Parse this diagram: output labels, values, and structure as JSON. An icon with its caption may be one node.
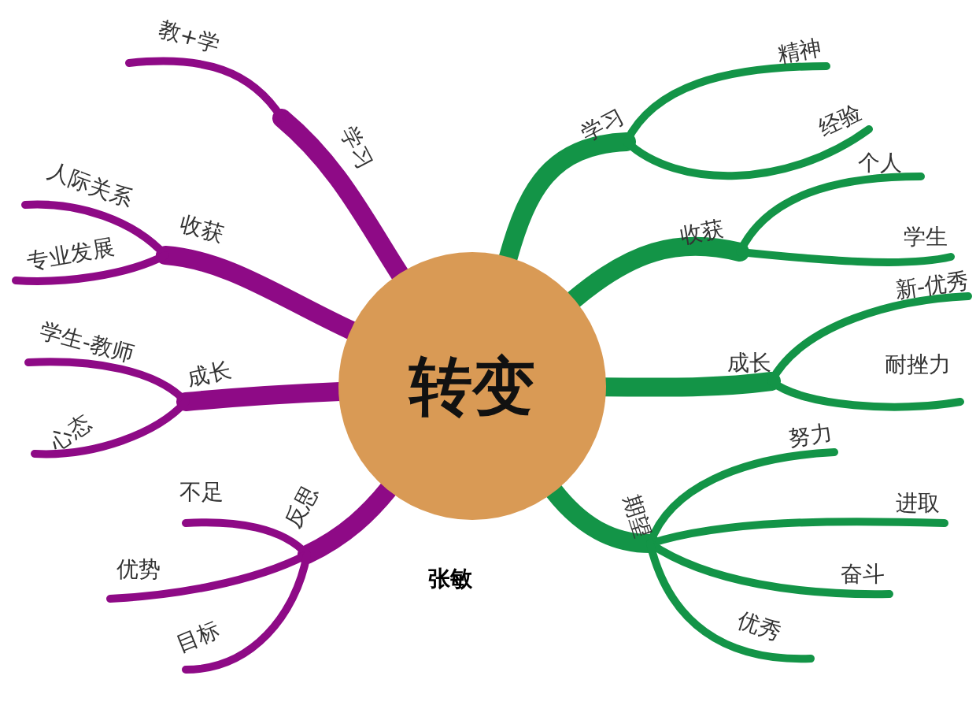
{
  "diagram": {
    "nodes": [
      {
        "text": [
          "转变"
        ]
      },
      {
        "text": [
          "学习"
        ]
      },
      {
        "text": [
          "教+学"
        ]
      },
      {
        "text": [
          "收获"
        ]
      },
      {
        "text": [
          "人际关系"
        ]
      },
      {
        "text": [
          "专业发展"
        ]
      },
      {
        "text": [
          "成长"
        ]
      },
      {
        "text": [
          "学生-教师"
        ]
      },
      {
        "text": [
          "心态"
        ]
      },
      {
        "text": [
          "反思"
        ]
      },
      {
        "text": [
          "不足"
        ]
      },
      {
        "text": [
          "优势"
        ]
      },
      {
        "text": [
          "目标"
        ]
      },
      {
        "text": [
          "学习"
        ]
      },
      {
        "text": [
          "精神"
        ]
      },
      {
        "text": [
          "经验"
        ]
      },
      {
        "text": [
          "收获"
        ]
      },
      {
        "text": [
          "个人"
        ]
      },
      {
        "text": [
          "学生"
        ]
      },
      {
        "text": [
          "成长"
        ]
      },
      {
        "text": [
          "新-优秀"
        ]
      },
      {
        "text": [
          "耐挫力"
        ]
      },
      {
        "text": [
          "期望"
        ]
      },
      {
        "text": [
          "努力"
        ]
      },
      {
        "text": [
          "进取"
        ]
      },
      {
        "text": [
          "奋斗"
        ]
      },
      {
        "text": [
          "优秀"
        ]
      }
    ],
    "edges": [
      {
        "from": 0,
        "to": 1,
        "arrow": "none",
        "style": "thick",
        "color": "#8e0a86"
      },
      {
        "from": 1,
        "to": 2,
        "arrow": "none",
        "color": "#8e0a86"
      },
      {
        "from": 0,
        "to": 3,
        "arrow": "none",
        "style": "thick",
        "color": "#8e0a86"
      },
      {
        "from": 3,
        "to": 4,
        "arrow": "none",
        "color": "#8e0a86"
      },
      {
        "from": 3,
        "to": 5,
        "arrow": "none",
        "color": "#8e0a86"
      },
      {
        "from": 0,
        "to": 6,
        "arrow": "none",
        "style": "thick",
        "color": "#8e0a86"
      },
      {
        "from": 6,
        "to": 7,
        "arrow": "none",
        "color": "#8e0a86"
      },
      {
        "from": 6,
        "to": 8,
        "arrow": "none",
        "color": "#8e0a86"
      },
      {
        "from": 0,
        "to": 9,
        "arrow": "none",
        "style": "thick",
        "color": "#8e0a86"
      },
      {
        "from": 9,
        "to": 10,
        "arrow": "none",
        "color": "#8e0a86"
      },
      {
        "from": 9,
        "to": 11,
        "arrow": "none",
        "color": "#8e0a86"
      },
      {
        "from": 9,
        "to": 12,
        "arrow": "none",
        "color": "#8e0a86"
      },
      {
        "from": 0,
        "to": 13,
        "arrow": "none",
        "style": "thick"
      },
      {
        "from": 13,
        "to": 14,
        "arrow": "none"
      },
      {
        "from": 13,
        "to": 15,
        "arrow": "none"
      },
      {
        "from": 0,
        "to": 16,
        "arrow": "none",
        "style": "thick"
      },
      {
        "from": 16,
        "to": 17,
        "arrow": "none"
      },
      {
        "from": 16,
        "to": 18,
        "arrow": "none"
      },
      {
        "from": 0,
        "to": 19,
        "arrow": "none",
        "style": "thick"
      },
      {
        "from": 19,
        "to": 20,
        "arrow": "none"
      },
      {
        "from": 19,
        "to": 21,
        "arrow": "none"
      },
      {
        "from": 0,
        "to": 22,
        "arrow": "none",
        "style": "thick"
      },
      {
        "from": 22,
        "to": 23,
        "arrow": "none"
      },
      {
        "from": 22,
        "to": 24,
        "arrow": "none"
      },
      {
        "from": 22,
        "to": 25,
        "arrow": "none"
      },
      {
        "from": 22,
        "to": 26,
        "arrow": "none"
      }
    ],
    "labels": [
      "张敏"
    ]
  }
}
